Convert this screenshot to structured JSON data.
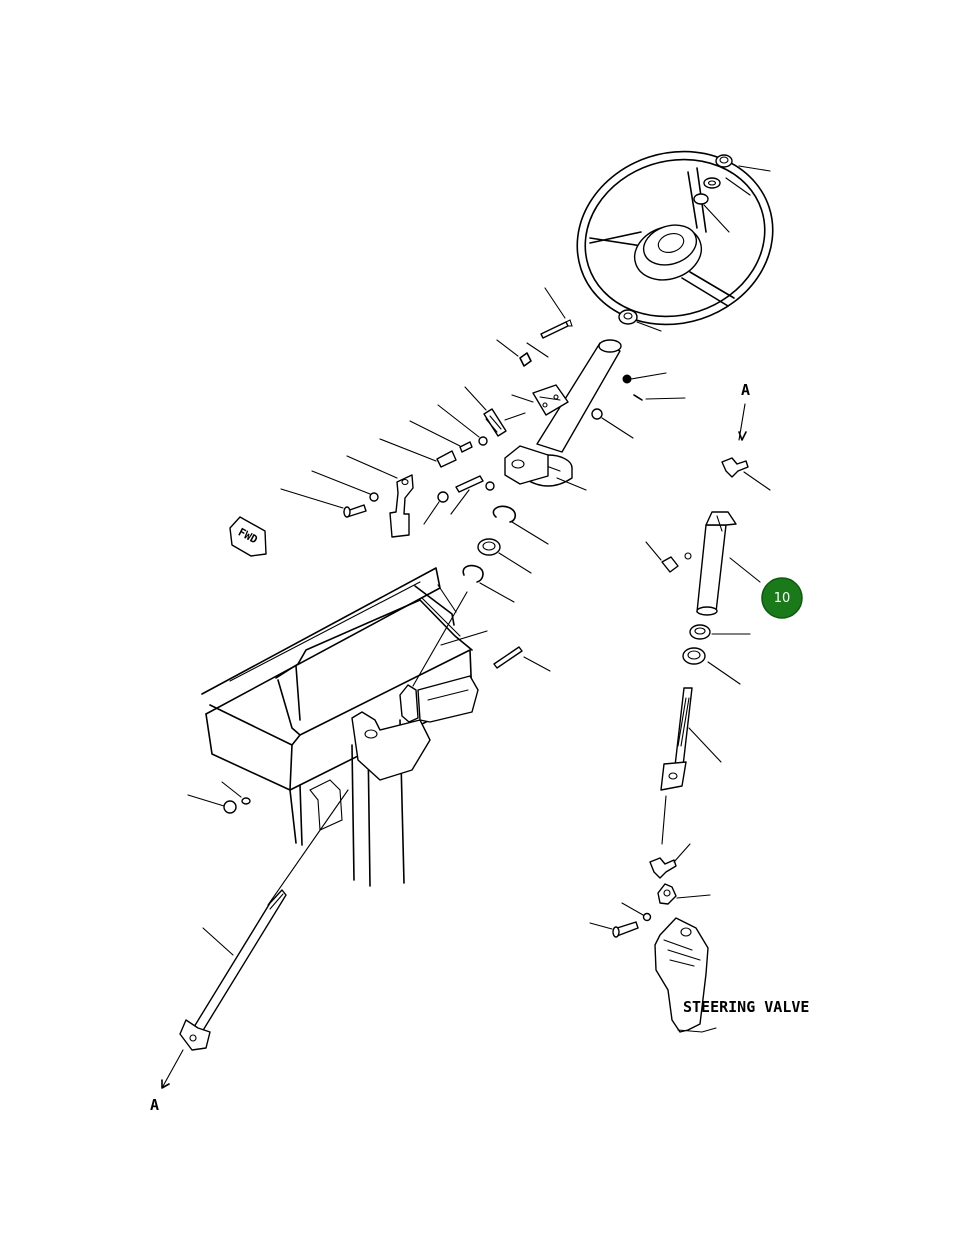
{
  "labels": {
    "steering_valve": "STEERING VALVE",
    "ref_a_top": "A",
    "ref_a_bottom": "A",
    "fwd": "FWD"
  },
  "callout": {
    "number": "10",
    "color": "#1a7a1a"
  }
}
